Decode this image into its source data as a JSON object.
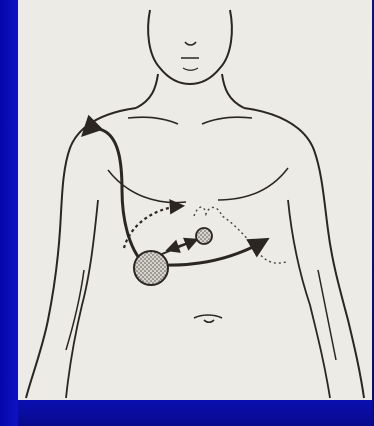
{
  "slide": {
    "background_color": "#0a0c9e",
    "panel_color": "#ecebe6",
    "ink_color": "#2b2622",
    "shade_color": "#9a9690"
  },
  "figure": {
    "subject": "male-torso-outline",
    "elements": [
      "head-outline",
      "neck-outline",
      "shoulders-outline",
      "chest-outline",
      "arms-outline",
      "navel-mark",
      "large-stippled-circle",
      "small-stippled-circle",
      "curved-arrow-to-left-shoulder",
      "dotted-arrow-to-center",
      "arrow-from-large-to-small-circle",
      "arrow-to-right-chest",
      "dotted-heart-area-outline"
    ]
  }
}
